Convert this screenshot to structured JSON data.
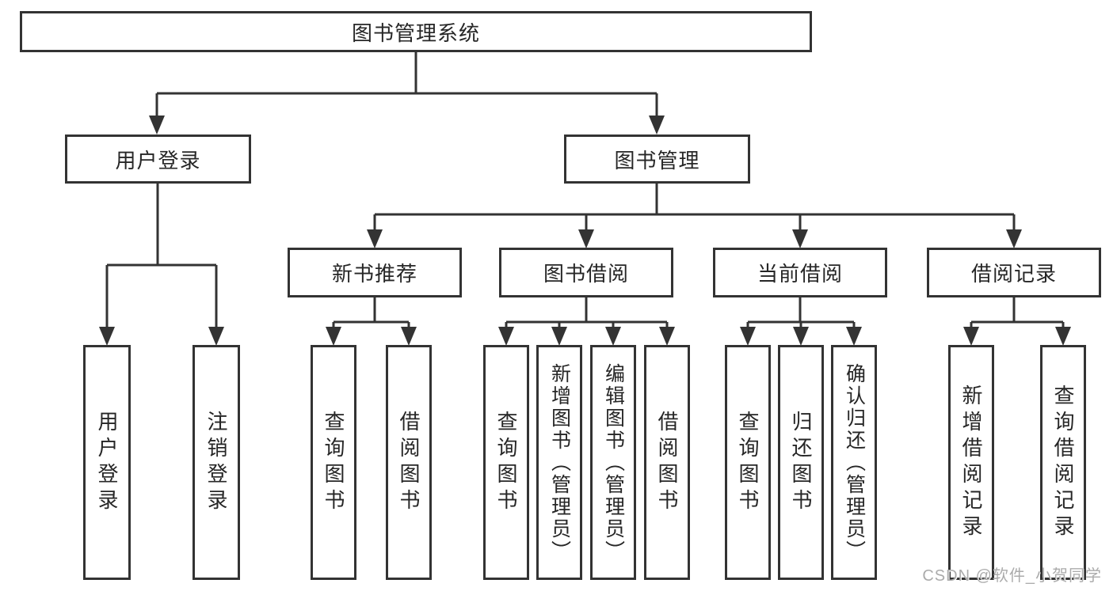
{
  "tree": {
    "root": "图书管理系统",
    "user_branch": {
      "label": "用户登录",
      "children": [
        "用户登录",
        "注销登录"
      ]
    },
    "mgmt_branch": {
      "label": "图书管理",
      "sections": [
        {
          "label": "新书推荐",
          "children": [
            "查询图书",
            "借阅图书"
          ]
        },
        {
          "label": "图书借阅",
          "children": [
            "查询图书",
            "新增图书（管理员）",
            "编辑图书（管理员）",
            "借阅图书"
          ]
        },
        {
          "label": "当前借阅",
          "children": [
            "查询图书",
            "归还图书",
            "确认归还（管理员）"
          ]
        },
        {
          "label": "借阅记录",
          "children": [
            "新增借阅记录",
            "查询借阅记录"
          ]
        }
      ]
    }
  },
  "watermark": "CSDN @软件_小贺同学",
  "colors": {
    "line": "#333333",
    "text": "#262626",
    "watermark": "#ababab",
    "background": "#ffffff"
  }
}
